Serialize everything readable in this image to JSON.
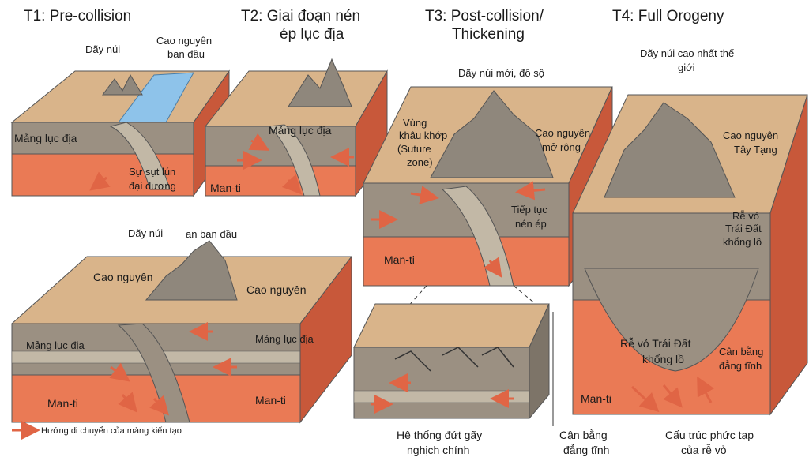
{
  "titles": {
    "t1": "T1: Pre-collision",
    "t2_line1": "T2: Giai đoạn nén",
    "t2_line2": "ép lục địa",
    "t3_line1": "T3: Post-collision/",
    "t3_line2": "Thickening",
    "t4": "T4: Full Orogeny"
  },
  "t1": {
    "mountains": "Dãy núi",
    "plateau_line1": "Cao nguyên",
    "plateau_line2": "ban đầu",
    "continental_plate": "Mảng lục địa",
    "subduction_line1": "Sự sụt lún",
    "subduction_line2": "đại dương"
  },
  "t2": {
    "continental_plate": "Mảng lục địa",
    "mantle": "Man-ti"
  },
  "t3": {
    "new_mountains": "Dãy núi mới, đồ sộ",
    "suture_line1": "Vùng",
    "suture_line2": "khâu khớp",
    "suture_line3": "(Suture",
    "suture_line4": "zone)",
    "plateau_line1": "Cao nguyên",
    "plateau_line2": "mở rộng",
    "compression_line1": "Tiếp tục",
    "compression_line2": "nén ép",
    "mantle": "Man-ti"
  },
  "t4": {
    "highest_line1": "Dãy núi cao nhất thế",
    "highest_line2": "giới",
    "tibet_line1": "Cao nguyên",
    "tibet_line2": "Tây Tạng",
    "root_line1": "Rễ vỏ",
    "root_line2": "Trái Đất",
    "root_line3": "khổng lồ",
    "deep_root_line1": "Rễ vỏ Trái Đất",
    "deep_root_line2": "khổng lồ",
    "isostasy_line1": "Cân bằng",
    "isostasy_line2": "đẳng tĩnh",
    "mantle": "Man-ti"
  },
  "lower_left": {
    "mountains": "Dãy núi",
    "initial": "an ban đầu",
    "plateau_left": "Cao nguyên",
    "plateau_right": "Cao nguyên",
    "plate_left": "Mảng lục địa",
    "plate_right": "Mảng lục địa",
    "mantle_left": "Man-ti",
    "mantle_right": "Man-ti"
  },
  "inset": {
    "fault_line1": "Hệ thống đứt gãy",
    "fault_line2": "nghịch chính"
  },
  "bottom": {
    "isostasy_line1": "Cận bằng",
    "isostasy_line2": "đẳng tĩnh",
    "complex_line1": "Cấu trúc phức tạp",
    "complex_line2": "của rễ vỏ"
  },
  "legend": {
    "text": "Hướng di chuyển của mảng kiến tạo"
  },
  "colors": {
    "plateau": "#d9b48a",
    "plateau_dark": "#b99670",
    "crust": "#9b9082",
    "crust_band": "#c2b8a6",
    "mantle": "#ea7a55",
    "mantle_dark": "#c8583a",
    "ocean": "#8ec3ea",
    "arrow": "#e06545",
    "mountain": "#8f877c"
  }
}
